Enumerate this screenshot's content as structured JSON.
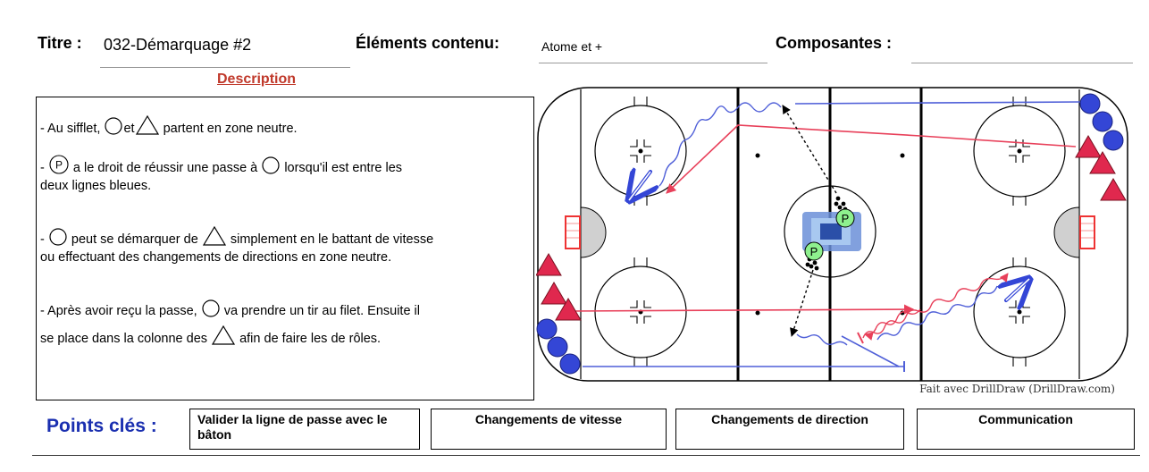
{
  "header": {
    "title_label": "Titre :",
    "title_value": "032-Démarquage #2",
    "elements_label": "Éléments contenu:",
    "elements_value": "Atome et +",
    "components_label": "Composantes :",
    "components_value": ""
  },
  "description": {
    "heading": "Description",
    "lines": [
      {
        "before": "- Au sifflet,",
        "middle": "et",
        "after": "partent en zone neutre."
      },
      {
        "before": "-",
        "after_p": "a le droit de réussir une passe à",
        "after": "lorsqu'il est entre les",
        "cont": "deux lignes bleues."
      },
      {
        "before": "-",
        "middle": "peut se démarquer de",
        "after": "simplement en le battant de vitesse",
        "cont": "ou effectuant des changements de directions en zone neutre."
      },
      {
        "before": "- Après avoir reçu la passe,",
        "middle": "va prendre un tir au filet. Ensuite il",
        "cont_before": "se place dans la colonne des",
        "cont_after": "afin de faire les de rôles."
      }
    ]
  },
  "rink": {
    "player_label": "P",
    "colors": {
      "red_line": "#e8405a",
      "blue_line": "#2a3fd1",
      "blue_line_thin": "#4f5fd8",
      "player_blue": "#3446d6",
      "player_red": "#e0284e",
      "passer_green": "#8ef08e"
    }
  },
  "credit": "Fait avec DrillDraw (DrillDraw.com)",
  "key_points": {
    "label": "Points clés :",
    "items": [
      "Valider la ligne de passe avec le bâton",
      "Changements de vitesse",
      "Changements de direction",
      "Communication"
    ]
  }
}
